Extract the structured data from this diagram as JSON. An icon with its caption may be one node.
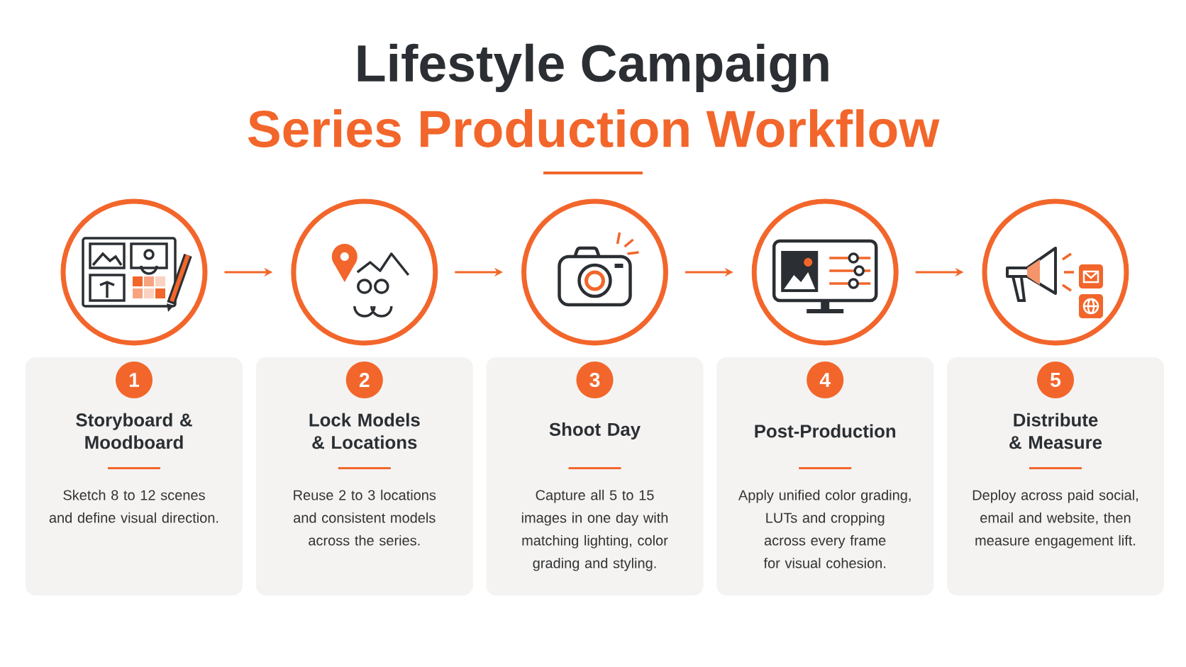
{
  "diagram": {
    "title": "Lifestyle Campaign",
    "nodes": [
      {
        "text": [],
        "shape": "circle"
      },
      {
        "text": [
          "1",
          "Storyboard & Moodboard",
          "Sketch 8 to 12 scenes and define visual direction."
        ]
      },
      {
        "text": [],
        "shape": "circle"
      },
      {
        "text": [
          "2",
          "Lock Models & Locations",
          "Reuse 2 to 3 locations and consistent models across the series."
        ]
      },
      {
        "text": [],
        "shape": "circle"
      },
      {
        "text": [
          "3",
          "Shoot Day",
          "Capture all 5 to 15 images in one day with matching lighting, color grading and styling."
        ]
      },
      {
        "text": [],
        "shape": "circle"
      },
      {
        "text": [
          "4",
          "Post-Production",
          "Apply unified color grading, LUTs and cropping across every frame for visual cohesion."
        ]
      },
      {
        "text": [],
        "shape": "circle"
      },
      {
        "text": [
          "5",
          "Distribute & Measure",
          "Deploy across paid social, email and website, then measure engagement lift."
        ]
      }
    ],
    "edges": [
      {
        "from": 0,
        "to": 2,
        "arrow": "to"
      },
      {
        "from": 2,
        "to": 4,
        "arrow": "to"
      },
      {
        "from": 4,
        "to": 6,
        "arrow": "to"
      },
      {
        "from": 6,
        "to": 8,
        "arrow": "to"
      }
    ],
    "labels": [
      "Series Production Workflow"
    ]
  }
}
